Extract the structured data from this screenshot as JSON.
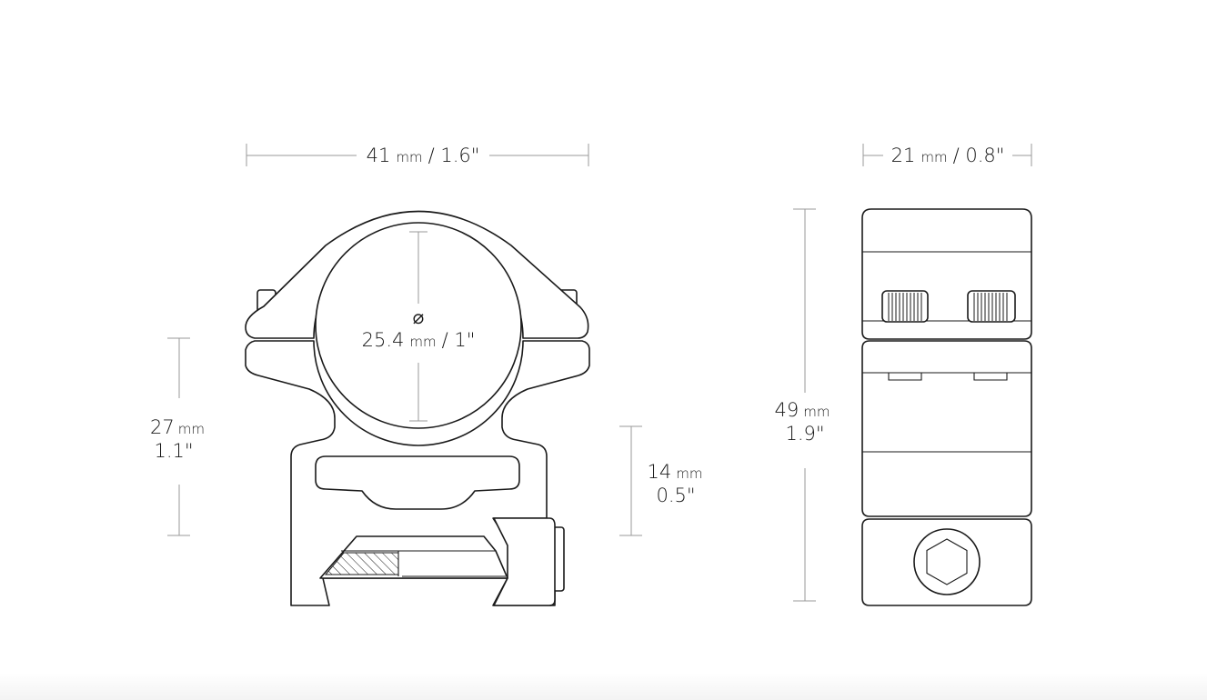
{
  "front_view": {
    "width_dim": {
      "value": "41",
      "unit": "mm",
      "imperial": "/ 1.6\""
    },
    "bore_dim": {
      "symbol": "⌀",
      "value": "25.4",
      "unit": "mm",
      "imperial": "/ 1\""
    },
    "height_dim": {
      "value": "27",
      "unit": "mm",
      "imperial": "1.1\""
    },
    "rail_dim": {
      "value": "14",
      "unit": "mm",
      "imperial": "0.5\""
    }
  },
  "side_view": {
    "width_dim": {
      "value": "21",
      "unit": "mm",
      "imperial": "/ 0.8\""
    },
    "height_dim": {
      "value": "49",
      "unit": "mm",
      "imperial": "1.9\""
    }
  }
}
